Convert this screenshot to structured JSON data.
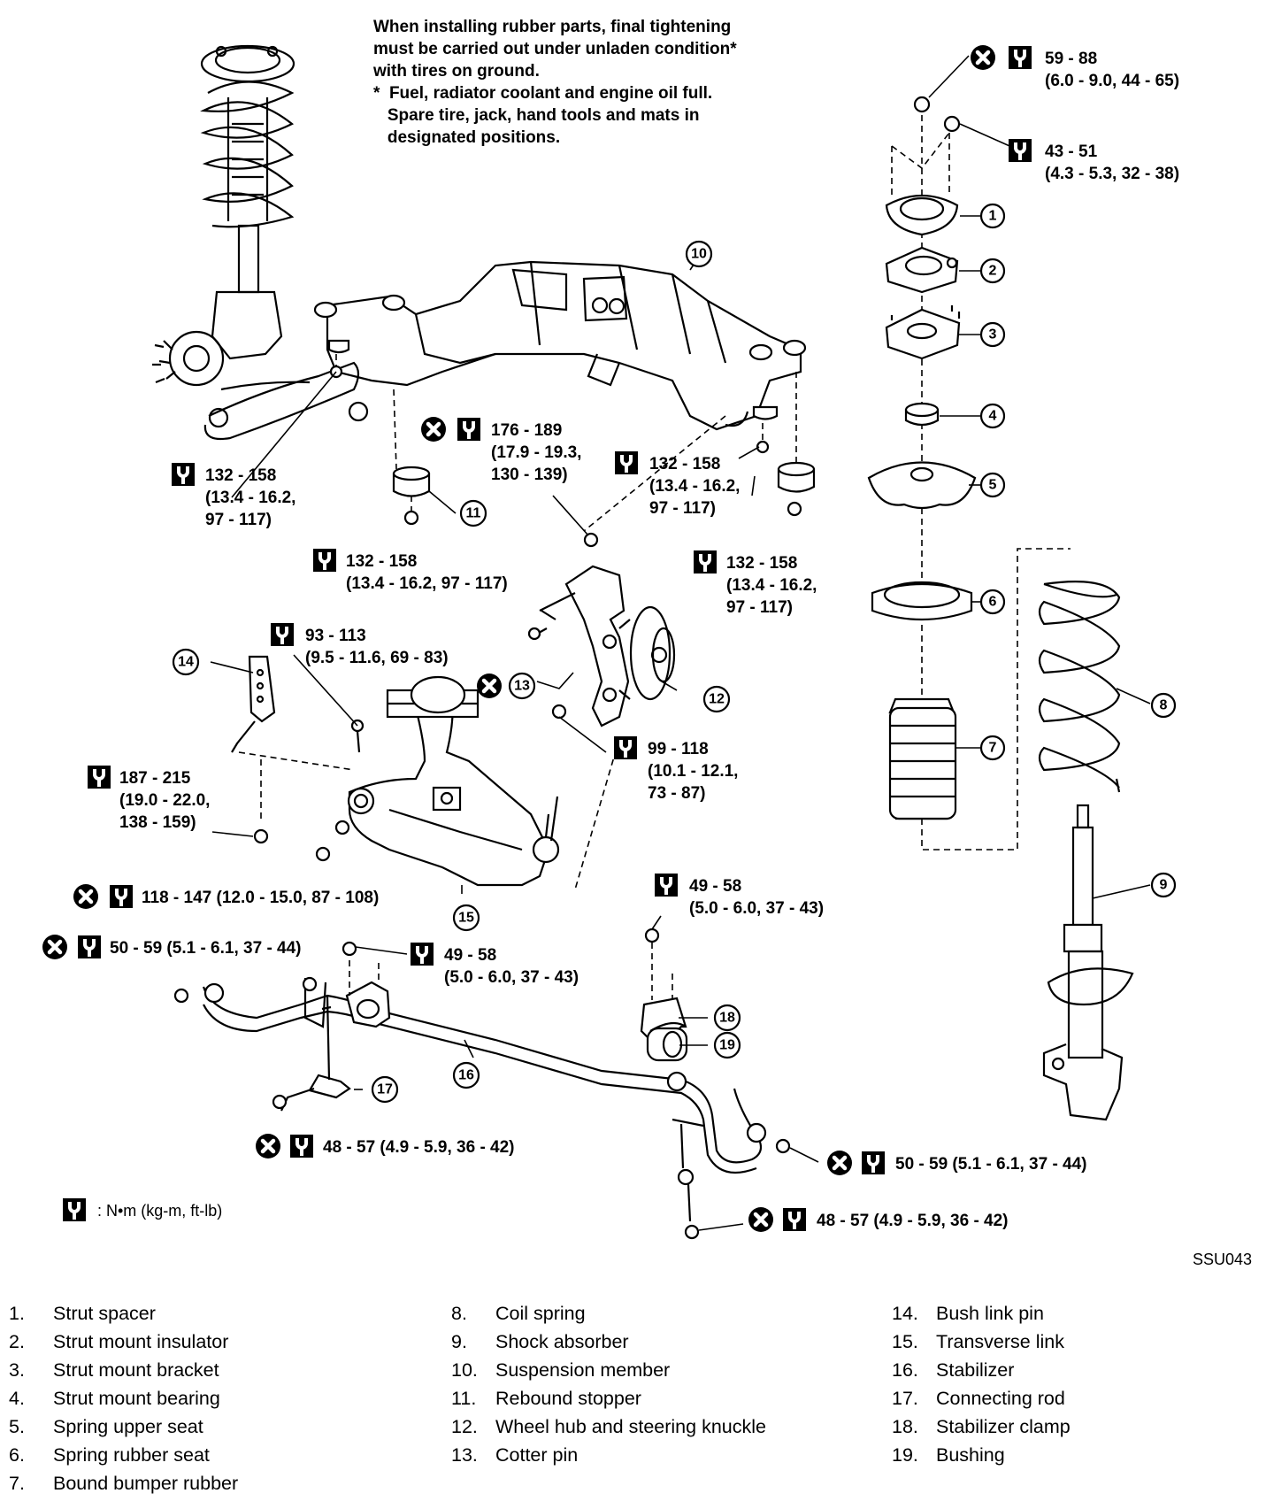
{
  "note": {
    "lines": [
      "When installing rubber parts, final tightening",
      "must be carried out under unladen condition*",
      "with tires on ground.",
      "*  Fuel, radiator coolant and engine oil full.",
      "   Spare tire, jack, hand tools and mats in",
      "   designated positions."
    ]
  },
  "callouts": {
    "c1": "1",
    "c2": "2",
    "c3": "3",
    "c4": "4",
    "c5": "5",
    "c6": "6",
    "c7": "7",
    "c8": "8",
    "c9": "9",
    "c10": "10",
    "c11": "11",
    "c12": "12",
    "c13": "13",
    "c14": "14",
    "c15": "15",
    "c16": "16",
    "c17": "17",
    "c18": "18",
    "c19": "19"
  },
  "torques": {
    "t_59_88": [
      "59 - 88",
      "(6.0 - 9.0, 44 - 65)"
    ],
    "t_43_51": [
      "43 - 51",
      "(4.3 - 5.3, 32 - 38)"
    ],
    "t_132_a": [
      "132 - 158",
      "(13.4 - 16.2,",
      "97 - 117)"
    ],
    "t_176": [
      "176 - 189",
      "(17.9 - 19.3,",
      "130 - 139)"
    ],
    "t_132_b": [
      "132 - 158",
      "(13.4 - 16.2,",
      "97 - 117)"
    ],
    "t_132_c": [
      "132 - 158",
      "(13.4 - 16.2, 97 - 117)"
    ],
    "t_132_d": [
      "132 - 158",
      "(13.4 - 16.2,",
      "97 - 117)"
    ],
    "t_93": [
      "93 - 113",
      "(9.5 - 11.6, 69 - 83)"
    ],
    "t_99": [
      "99 - 118",
      "(10.1 - 12.1,",
      "73 - 87)"
    ],
    "t_187": [
      "187 - 215",
      "(19.0 - 22.0,",
      "138 - 159)"
    ],
    "t_118": [
      "118 - 147 (12.0 - 15.0, 87 - 108)"
    ],
    "t_49_a": [
      "49 - 58",
      "(5.0 - 6.0, 37 - 43)"
    ],
    "t_50_a": [
      "50 - 59 (5.1 - 6.1, 37 - 44)"
    ],
    "t_49_b": [
      "49 - 58",
      "(5.0 - 6.0, 37 - 43)"
    ],
    "t_48_a": [
      "48 - 57 (4.9 - 5.9, 36 - 42)"
    ],
    "t_50_b": [
      "50 - 59 (5.1 - 6.1, 37 - 44)"
    ],
    "t_48_b": [
      "48 - 57 (4.9 - 5.9, 36 - 42)"
    ]
  },
  "units_note": ": N•m (kg-m, ft-lb)",
  "figure_code": "SSU043",
  "legend": [
    {
      "num": "1.",
      "label": "Strut spacer"
    },
    {
      "num": "2.",
      "label": "Strut mount insulator"
    },
    {
      "num": "3.",
      "label": "Strut mount bracket"
    },
    {
      "num": "4.",
      "label": "Strut mount bearing"
    },
    {
      "num": "5.",
      "label": "Spring upper seat"
    },
    {
      "num": "6.",
      "label": "Spring rubber seat"
    },
    {
      "num": "7.",
      "label": "Bound bumper rubber"
    },
    {
      "num": "8.",
      "label": "Coil spring"
    },
    {
      "num": "9.",
      "label": "Shock absorber"
    },
    {
      "num": "10.",
      "label": "Suspension member"
    },
    {
      "num": "11.",
      "label": "Rebound stopper"
    },
    {
      "num": "12.",
      "label": "Wheel hub and steering knuckle"
    },
    {
      "num": "13.",
      "label": "Cotter pin"
    },
    {
      "num": "14.",
      "label": "Bush link pin"
    },
    {
      "num": "15.",
      "label": "Transverse link"
    },
    {
      "num": "16.",
      "label": "Stabilizer"
    },
    {
      "num": "17.",
      "label": "Connecting rod"
    },
    {
      "num": "18.",
      "label": "Stabilizer clamp"
    },
    {
      "num": "19.",
      "label": "Bushing"
    }
  ]
}
